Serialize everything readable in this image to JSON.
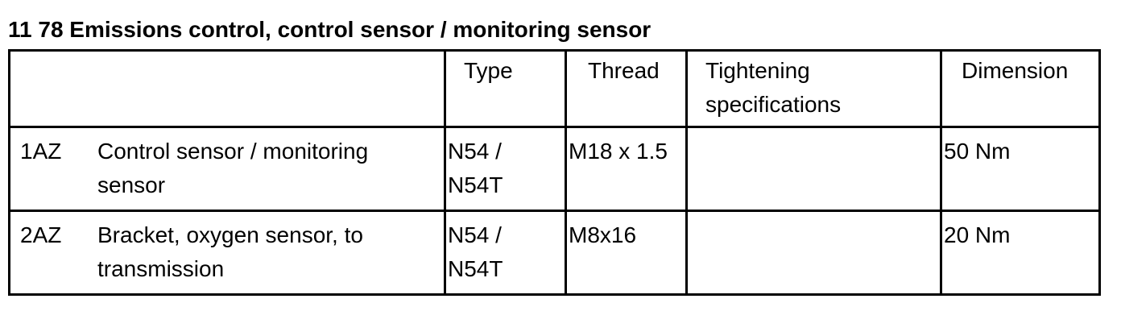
{
  "title": "11 78 Emissions control, control sensor / monitoring sensor",
  "table": {
    "headers": {
      "part": "",
      "type": "Type",
      "thread": "Thread",
      "tightening": "Tightening specifications",
      "dimension": "Dimension"
    },
    "rows": [
      {
        "item": "1AZ",
        "description": "Control sensor / monitoring sensor",
        "type": "N54 / N54T",
        "thread": "M18 x 1.5",
        "tightening": "",
        "dimension": "50 Nm"
      },
      {
        "item": "2AZ",
        "description": "Bracket, oxygen sensor, to transmission",
        "type": "N54 / N54T",
        "thread": "M8x16",
        "tightening": "",
        "dimension": "20 Nm"
      }
    ]
  }
}
